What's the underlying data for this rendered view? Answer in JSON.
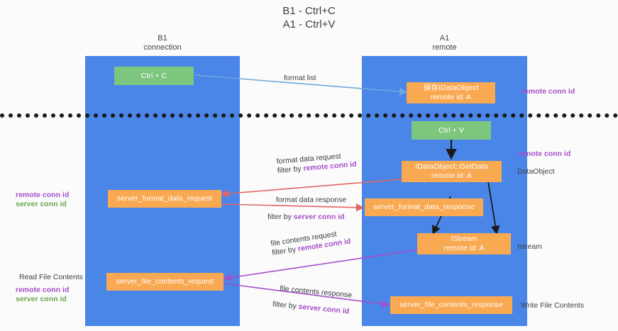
{
  "title_lines": [
    "B1 - Ctrl+C",
    "A1 - Ctrl+V"
  ],
  "colors": {
    "lane": "#4a86e8",
    "node_orange": "#f9a952",
    "node_green": "#7dc67d",
    "purple": "#a64fc9",
    "green": "#6aa84f",
    "arrow_blue": "#6fa8dc",
    "arrow_red": "#e06666",
    "arrow_magenta": "#a64fc9",
    "arrow_black": "#1a1a1a",
    "background": "#fbfbfb",
    "divider": "#1a1a1a"
  },
  "lanes": [
    {
      "id": "b1",
      "title": "B1",
      "subtitle": "connection"
    },
    {
      "id": "a1",
      "title": "A1",
      "subtitle": "remote"
    }
  ],
  "nodes": [
    {
      "id": "ctrl-c",
      "line1": "Ctrl + C",
      "line2": "",
      "style": "green"
    },
    {
      "id": "idataobject-stored",
      "line1": "保存IDataObject",
      "line2": "remote id: A",
      "style": "orange"
    },
    {
      "id": "ctrl-v",
      "line1": "Ctrl + V",
      "line2": "",
      "style": "green"
    },
    {
      "id": "idataobject-getdata",
      "line1": "IDataObject::GetData",
      "line2": "remote id: A",
      "style": "orange"
    },
    {
      "id": "server-format-data-request",
      "line1": "server_format_data_request",
      "line2": "",
      "style": "orange"
    },
    {
      "id": "server-format-data-response",
      "line1": "server_format_data_response",
      "line2": "",
      "style": "orange"
    },
    {
      "id": "istream",
      "line1": "IStream",
      "line2": "remote id: A",
      "style": "orange"
    },
    {
      "id": "server-file-contents-request",
      "line1": "server_file_contents_request",
      "line2": "",
      "style": "orange"
    },
    {
      "id": "server-file-contents-response",
      "line1": "server_file_contents_response",
      "line2": "",
      "style": "orange"
    }
  ],
  "edge_labels": [
    {
      "id": "format-list",
      "line1_plain": "format list",
      "line2_plain": "",
      "line2_accent": "",
      "accent": ""
    },
    {
      "id": "format-data-request",
      "line1_plain": "format data request",
      "line2_plain": "filter by ",
      "line2_accent": "remote conn id",
      "accent": "purple"
    },
    {
      "id": "format-data-response",
      "line1_plain": "format data response",
      "line2_plain": "filter by ",
      "line2_accent": "server conn id",
      "accent": "purple"
    },
    {
      "id": "file-contents-request",
      "line1_plain": "file contents request",
      "line2_plain": "filter by ",
      "line2_accent": "remote conn id",
      "accent": "purple"
    },
    {
      "id": "file-contents-response",
      "line1_plain": "file contents response",
      "line2_plain": "filter by ",
      "line2_accent": "server conn id",
      "accent": "purple"
    }
  ],
  "annotations": {
    "right_top_conn": "remote conn id",
    "right_mid_conn": "remote conn id",
    "right_dataobject": "DataObject",
    "right_istream": "Istream",
    "right_write_file": "Write File Contents",
    "left_mid_remote": "remote conn id",
    "left_mid_server": "server conn id",
    "left_read_file": "Read File Contents",
    "left_low_remote": "remote conn id",
    "left_low_server": "server conn id"
  }
}
